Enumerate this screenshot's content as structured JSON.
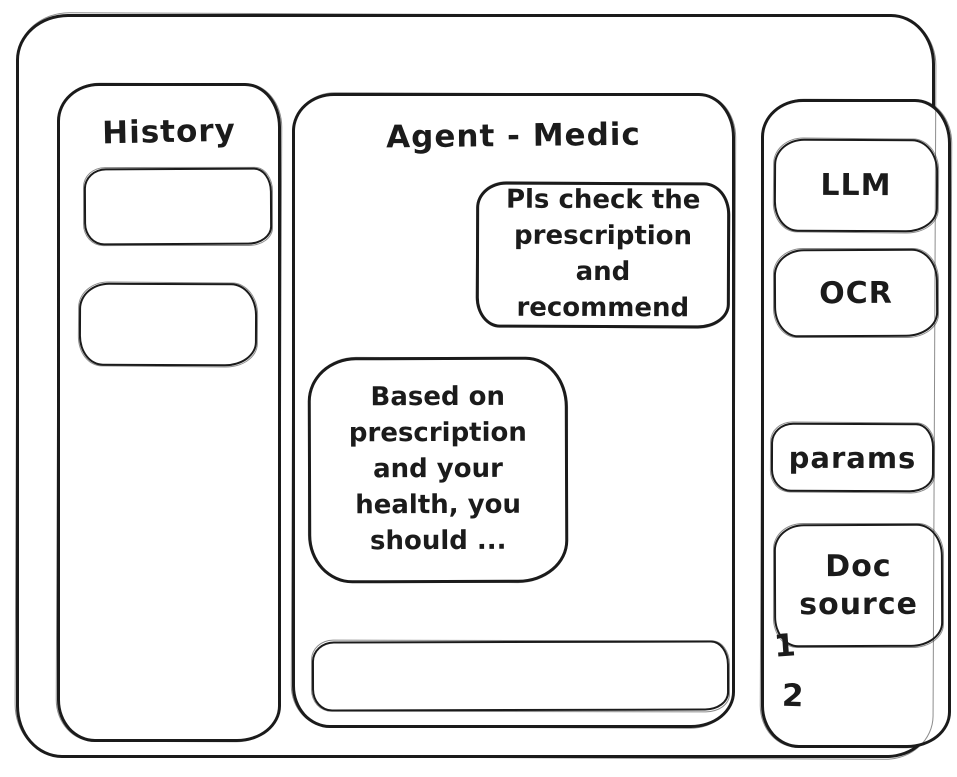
{
  "colors": {
    "ink": "#1b1b1b",
    "background": "#ffffff"
  },
  "history": {
    "title": "History",
    "items": [
      {
        "label": ""
      },
      {
        "label": ""
      }
    ]
  },
  "chat": {
    "title": "Agent - Medic",
    "messages": [
      {
        "role": "user",
        "text": "Pls check the prescription and recommend"
      },
      {
        "role": "agent",
        "text": "Based on prescription and your health, you should ..."
      }
    ],
    "input": {
      "value": "",
      "placeholder": ""
    }
  },
  "tools": {
    "buttons": [
      {
        "label": "LLM"
      },
      {
        "label": "OCR"
      },
      {
        "label": "params"
      },
      {
        "label": "Doc source"
      }
    ],
    "doc_items": [
      "1",
      "2"
    ]
  }
}
